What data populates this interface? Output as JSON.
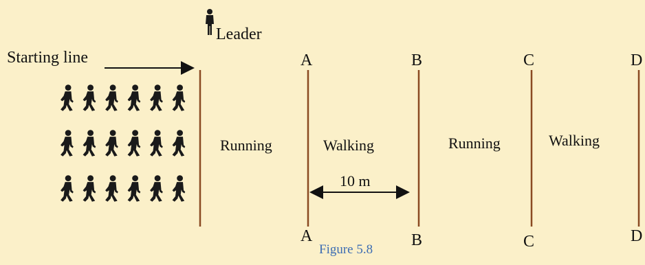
{
  "diagram": {
    "leader_label": "Leader",
    "starting_line_label": "Starting line",
    "top_labels": [
      "A",
      "B",
      "C",
      "D"
    ],
    "bottom_labels": [
      "A",
      "B",
      "C",
      "D"
    ],
    "zones": [
      "Running",
      "Walking",
      "Running",
      "Walking"
    ],
    "distance_label": "10 m",
    "caption": "Figure 5.8",
    "colors": {
      "background": "#fbf0c9",
      "line": "#8a4a22",
      "caption": "#3d6db3",
      "figure": "#1a1a1a"
    },
    "runner_rows": 3,
    "runners_per_row": 6
  }
}
